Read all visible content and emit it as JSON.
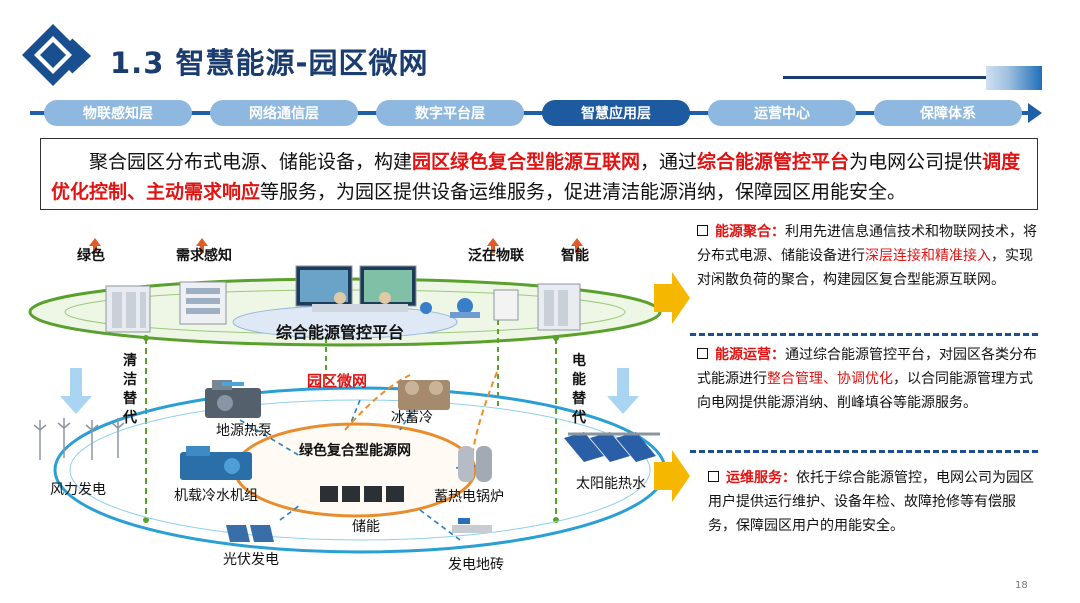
{
  "header": {
    "title": "1.3 智慧能源-园区微网"
  },
  "nav": {
    "tabs": [
      {
        "label": "物联感知层",
        "active": false
      },
      {
        "label": "网络通信层",
        "active": false
      },
      {
        "label": "数字平台层",
        "active": false
      },
      {
        "label": "智慧应用层",
        "active": true
      },
      {
        "label": "运营中心",
        "active": false
      },
      {
        "label": "保障体系",
        "active": false
      }
    ]
  },
  "intro": {
    "p1": "聚合园区分布式电源、储能设备，构建",
    "hl1": "园区绿色复合型能源互联网",
    "p2": "，通过",
    "hl2": "综合能源管控平台",
    "p3": "为电网公司提供",
    "hl3": "调度优化控制、主动需求响应",
    "p4": "等服务，为园区提供设备运维服务，促进清洁能源消纳，保障园区用能安全。"
  },
  "diagram": {
    "top_labels": {
      "green": "绿色",
      "demand": "需求感知",
      "iot": "泛在物联",
      "smart": "智能"
    },
    "platform": "综合能源管控平台",
    "microgrid": "园区微网",
    "core": "绿色复合型能源网",
    "left_vertical": "清洁替代",
    "right_vertical": "电能替代",
    "nodes": {
      "geo_heat_pump": "地源热泵",
      "ice_storage": "冰蓄冷",
      "wind": "风力发电",
      "chiller": "机载冷水机组",
      "electric_boiler": "蓄热电锅炉",
      "solar_water": "太阳能热水",
      "storage": "储能",
      "pv": "光伏发电",
      "power_tile": "发电地砖"
    }
  },
  "panel": {
    "aggregation": {
      "head": "能源聚合：",
      "t1": "利用先进信息通信技术和物联网技术，将分布式电源、储能设备进行",
      "red": "深层连接和精准接入",
      "t2": "，实现对闲散负荷的聚合，构建园区复合型能源互联网。"
    },
    "operation": {
      "head": "能源运营：",
      "t1": "通过综合能源管控平台，对园区各类分布式能源进行",
      "red1": "整合管理",
      "sep": "、",
      "red2": "协调优化",
      "t2": "，以合同能源管理方式向电网提供能源消纳、削峰填谷等能源服务。"
    },
    "maintenance": {
      "head": "运维服务：",
      "t1": "依托于综合能源管控，电网公司为园区用户提供运行维护、设备年检、故障抢修等有偿服务，保障园区用户的用能安全。"
    }
  },
  "page_number": "18",
  "colors": {
    "primary": "#1a3c6e",
    "accent_red": "#e11414",
    "tab_active": "#1e5aa0",
    "tab_inactive": "#8fb8e0",
    "arrow_yellow": "#f5b700",
    "ellipse_green": "#5aa02c"
  }
}
